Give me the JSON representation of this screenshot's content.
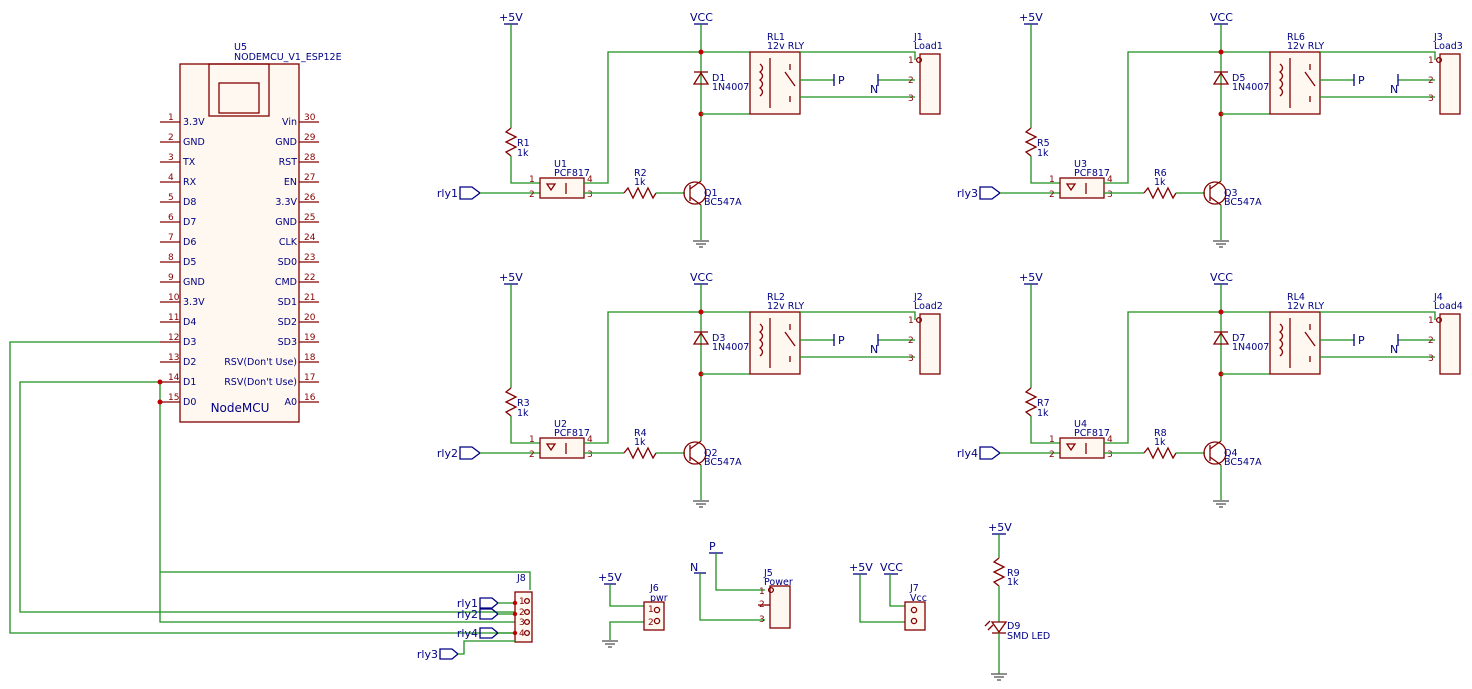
{
  "nodemcu": {
    "ref": "U5",
    "value": "NODEMCU_V1_ESP12E",
    "label": "NodeMCU",
    "left_pins": [
      {
        "num": "1",
        "name": "3.3V"
      },
      {
        "num": "2",
        "name": "GND"
      },
      {
        "num": "3",
        "name": "TX"
      },
      {
        "num": "4",
        "name": "RX"
      },
      {
        "num": "5",
        "name": "D8"
      },
      {
        "num": "6",
        "name": "D7"
      },
      {
        "num": "7",
        "name": "D6"
      },
      {
        "num": "8",
        "name": "D5"
      },
      {
        "num": "9",
        "name": "GND"
      },
      {
        "num": "10",
        "name": "3.3V"
      },
      {
        "num": "11",
        "name": "D4"
      },
      {
        "num": "12",
        "name": "D3"
      },
      {
        "num": "13",
        "name": "D2"
      },
      {
        "num": "14",
        "name": "D1"
      },
      {
        "num": "15",
        "name": "D0"
      }
    ],
    "right_pins": [
      {
        "num": "30",
        "name": "Vin"
      },
      {
        "num": "29",
        "name": "GND"
      },
      {
        "num": "28",
        "name": "RST"
      },
      {
        "num": "27",
        "name": "EN"
      },
      {
        "num": "26",
        "name": "3.3V"
      },
      {
        "num": "25",
        "name": "GND"
      },
      {
        "num": "24",
        "name": "CLK"
      },
      {
        "num": "23",
        "name": "SD0"
      },
      {
        "num": "22",
        "name": "CMD"
      },
      {
        "num": "21",
        "name": "SD1"
      },
      {
        "num": "20",
        "name": "SD2"
      },
      {
        "num": "19",
        "name": "SD3"
      },
      {
        "num": "18",
        "name": "RSV(Don't Use)"
      },
      {
        "num": "17",
        "name": "RSV(Don't Use)"
      },
      {
        "num": "16",
        "name": "A0"
      }
    ]
  },
  "channels": [
    {
      "res1": "R1",
      "res1val": "1k",
      "opto": "U1",
      "optoval": "PCF817",
      "res2": "R2",
      "res2val": "1k",
      "trans": "Q1",
      "transval": "BC547A",
      "diode": "D1",
      "diodeval": "1N4007",
      "relay": "RL1",
      "relayval": "12v RLY",
      "conn": "J1",
      "connval": "Load1",
      "input": "rly1"
    },
    {
      "res1": "R5",
      "res1val": "1k",
      "opto": "U3",
      "optoval": "PCF817",
      "res2": "R6",
      "res2val": "1k",
      "trans": "Q3",
      "transval": "BC547A",
      "diode": "D5",
      "diodeval": "1N4007",
      "relay": "RL6",
      "relayval": "12v RLY",
      "conn": "J3",
      "connval": "Load3",
      "input": "rly3"
    },
    {
      "res1": "R3",
      "res1val": "1k",
      "opto": "U2",
      "optoval": "PCF817",
      "res2": "R4",
      "res2val": "1k",
      "trans": "Q2",
      "transval": "BC547A",
      "diode": "D3",
      "diodeval": "1N4007",
      "relay": "RL2",
      "relayval": "12v RLY",
      "conn": "J2",
      "connval": "Load2",
      "input": "rly2"
    },
    {
      "res1": "R7",
      "res1val": "1k",
      "opto": "U4",
      "optoval": "PCF817",
      "res2": "R8",
      "res2val": "1k",
      "trans": "Q4",
      "transval": "BC547A",
      "diode": "D7",
      "diodeval": "1N4007",
      "relay": "RL4",
      "relayval": "12v RLY",
      "conn": "J4",
      "connval": "Load4",
      "input": "rly4"
    }
  ],
  "power_labels": {
    "p5v": "+5V",
    "vcc": "VCC",
    "p": "P",
    "n": "N"
  },
  "pin_numbers": {
    "one": "1",
    "two": "2",
    "three": "3",
    "four": "4"
  },
  "j8": {
    "ref": "J8",
    "labels": [
      "rly1",
      "rly2",
      "rly4",
      "rly3"
    ],
    "pins": [
      "1",
      "2",
      "3",
      "4"
    ]
  },
  "j6": {
    "ref": "J6",
    "value": "pwr"
  },
  "j5": {
    "ref": "J5",
    "value": "Power"
  },
  "j7": {
    "ref": "J7",
    "value": "Vcc"
  },
  "led": {
    "res": "R9",
    "resval": "1k",
    "ref": "D9",
    "value": "SMD LED"
  }
}
